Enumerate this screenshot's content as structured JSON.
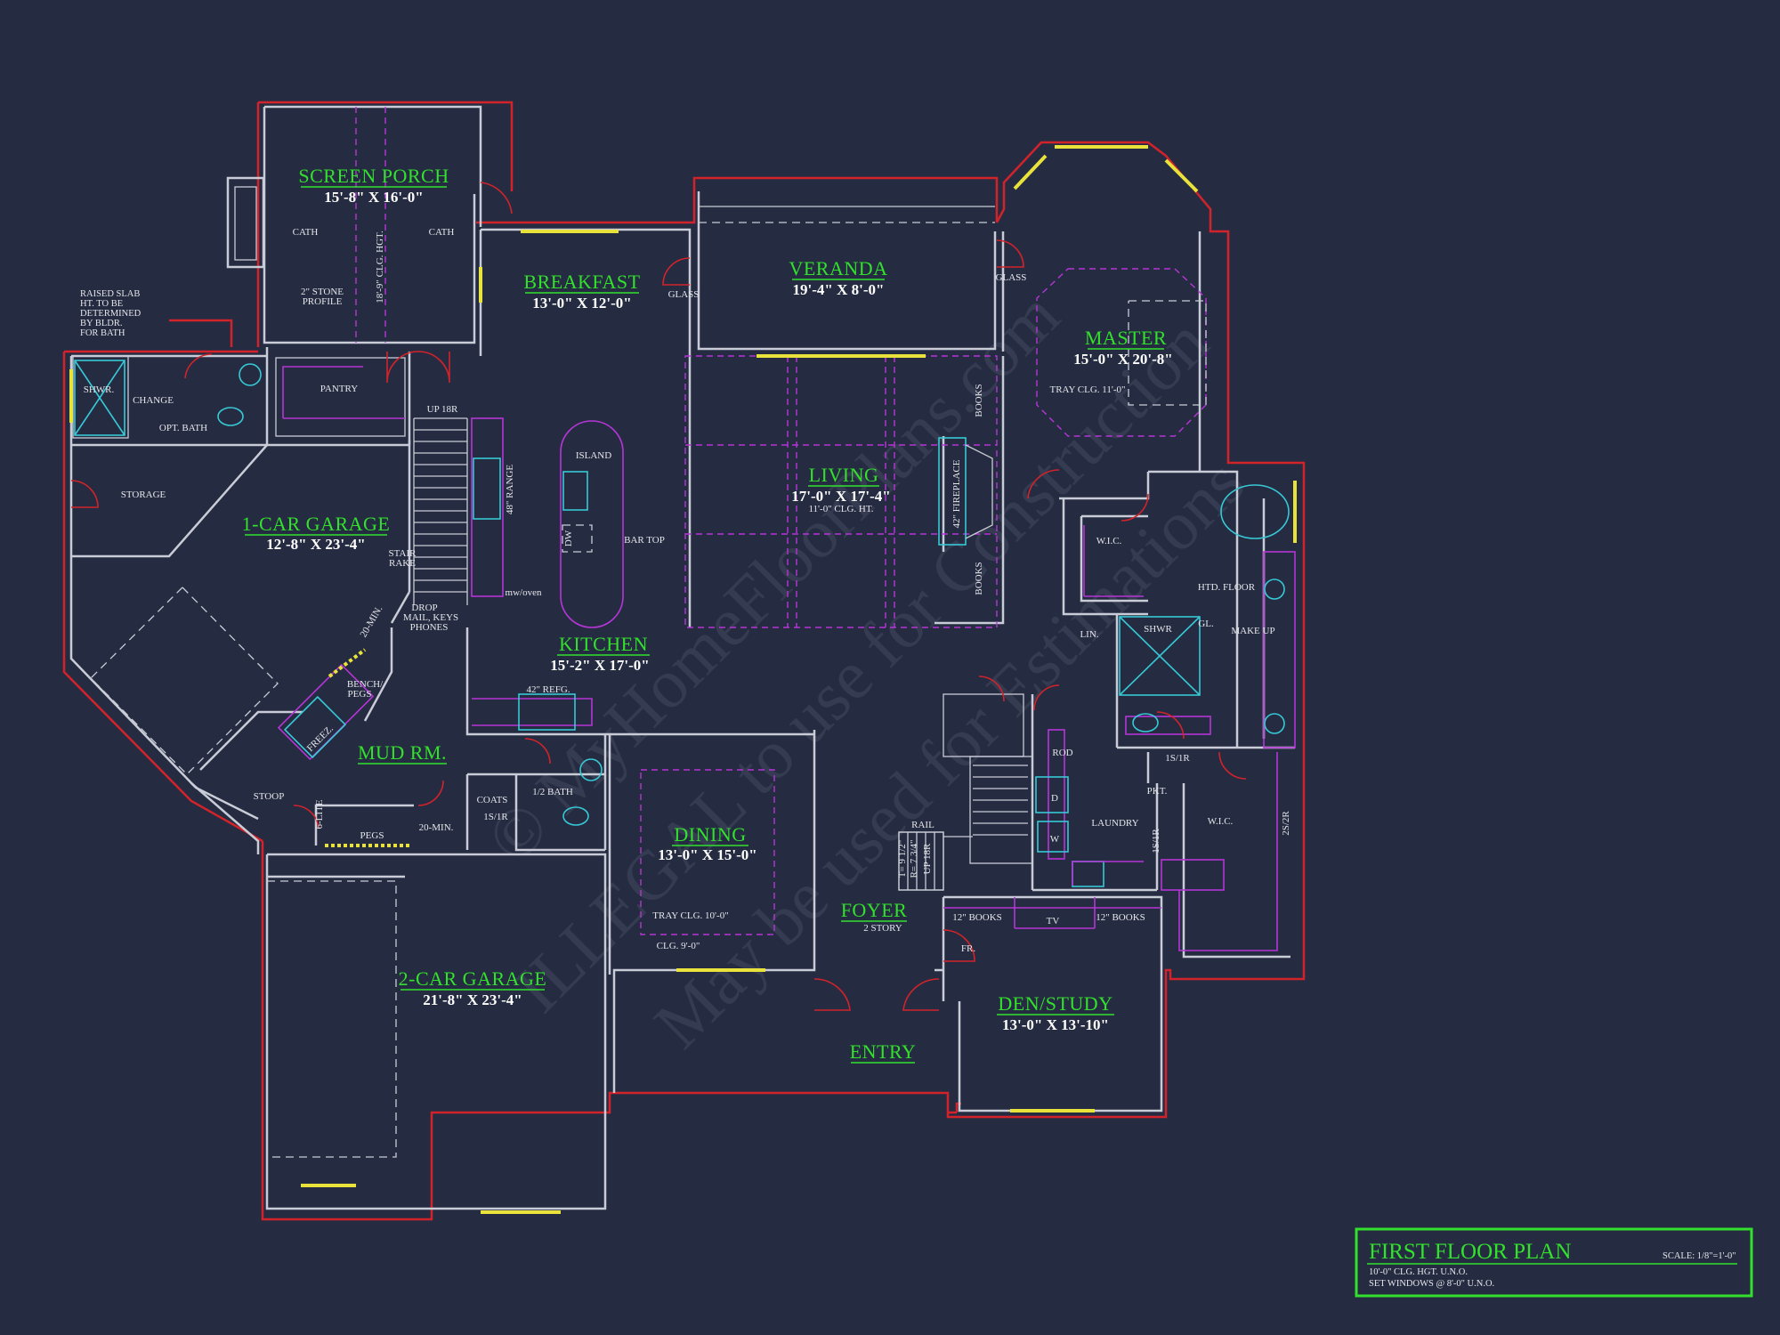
{
  "title_block": {
    "title": "FIRST FLOOR PLAN",
    "scale": "SCALE: 1/8\"=1'-0\"",
    "note_1": "10'-0\" CLG. HGT. U.N.O.",
    "note_2": "SET WINDOWS @ 8'-0\" U.N.O."
  },
  "watermark": {
    "line_1": "© MyHomeFloorPlans.com",
    "line_2": "ILLEGAL to use for Construction",
    "line_3": "May be used for Estimations"
  },
  "rooms": [
    {
      "id": "screen-porch",
      "name": "SCREEN PORCH",
      "dims": "15'-8\" X 16'-0\""
    },
    {
      "id": "breakfast",
      "name": "BREAKFAST",
      "dims": "13'-0\" X 12'-0\""
    },
    {
      "id": "veranda",
      "name": "VERANDA",
      "dims": "19'-4\" X 8'-0\""
    },
    {
      "id": "master",
      "name": "MASTER",
      "dims": "15'-0\" X 20'-8\""
    },
    {
      "id": "living",
      "name": "LIVING",
      "dims": "17'-0\" X 17'-4\""
    },
    {
      "id": "one-car-garage",
      "name": "1-CAR GARAGE",
      "dims": "12'-8\" X 23'-4\""
    },
    {
      "id": "kitchen",
      "name": "KITCHEN",
      "dims": "15'-2\" X 17'-0\""
    },
    {
      "id": "mud-room",
      "name": "MUD RM.",
      "dims": ""
    },
    {
      "id": "dining",
      "name": "DINING",
      "dims": "13'-0\" X 15'-0\""
    },
    {
      "id": "foyer",
      "name": "FOYER",
      "dims": ""
    },
    {
      "id": "two-car-garage",
      "name": "2-CAR GARAGE",
      "dims": "21'-8\" X 23'-4\""
    },
    {
      "id": "den-study",
      "name": "DEN/STUDY",
      "dims": "13'-0\" X 13'-10\""
    },
    {
      "id": "entry",
      "name": "ENTRY",
      "dims": ""
    }
  ],
  "notes": {
    "cath_left": "CATH",
    "cath_right": "CATH",
    "stone_profile_1": "2\" STONE",
    "stone_profile_2": "PROFILE",
    "porch_clg": "18'-9\" CLG. HGT.",
    "raised_slab_1": "RAISED SLAB",
    "raised_slab_2": "HT. TO BE",
    "raised_slab_3": "DETERMINED",
    "raised_slab_4": "BY BLDR.",
    "raised_slab_5": "FOR BATH",
    "glass_left": "GLASS",
    "glass_right": "GLASS",
    "shwr_left": "SHWR.",
    "change": "CHANGE",
    "opt_bath": "OPT. BATH",
    "pantry": "PANTRY",
    "up_18r": "UP 18R",
    "storage": "STORAGE",
    "island": "ISLAND",
    "range": "48\" RANGE",
    "dw": "DW",
    "bar_top": "BAR TOP",
    "mw_oven": "mw/oven",
    "stair_rake_1": "STAIR",
    "stair_rake_2": "RAKE",
    "drop_1": "DROP",
    "drop_2": "MAIL, KEYS",
    "drop_3": "PHONES",
    "twenty_min_1": "20-MIN.",
    "twenty_min_2": "20-MIN.",
    "bench_1": "BENCH/",
    "bench_2": "PEGS",
    "freez": "FREEZ.",
    "refg": "42\" REFG.",
    "stoop": "STOOP",
    "six_lite": "6-LITE",
    "pegs": "PEGS",
    "coats": "COATS",
    "s1r_a": "1S/1R",
    "half_bath": "1/2 BATH",
    "books_top": "BOOKS",
    "books_bottom": "BOOKS",
    "fireplace": "42\" FIREPLACE",
    "living_clg": "11'-0\" CLG. HT.",
    "tray_master": "TRAY CLG. 11'-0\"",
    "wic_top": "W.I.C.",
    "htd_floor": "HTD. FLOOR",
    "gl": "GL.",
    "shwr_master": "SHWR",
    "lin": "LIN.",
    "make_up": "MAKE UP",
    "s1r_b": "1S/1R",
    "rod": "ROD",
    "pkt": "PKT.",
    "laundry": "LAUNDRY",
    "dryer": "D",
    "washer": "W",
    "s1r_c": "1S/1R",
    "wic_bottom": "W.I.C.",
    "s2r": "2S/2R",
    "rail": "RAIL",
    "stair_t": "T= 9 1/2\"",
    "stair_r": "R= 7 3/4\"",
    "stair_up": "UP 18R",
    "tray_dining": "TRAY CLG. 10'-0\"",
    "clg_dining": "CLG. 9'-0\"",
    "foyer_2story": "2 STORY",
    "books_12_left": "12\" BOOKS",
    "tv": "TV",
    "books_12_right": "12\" BOOKS",
    "fr": "FR."
  }
}
